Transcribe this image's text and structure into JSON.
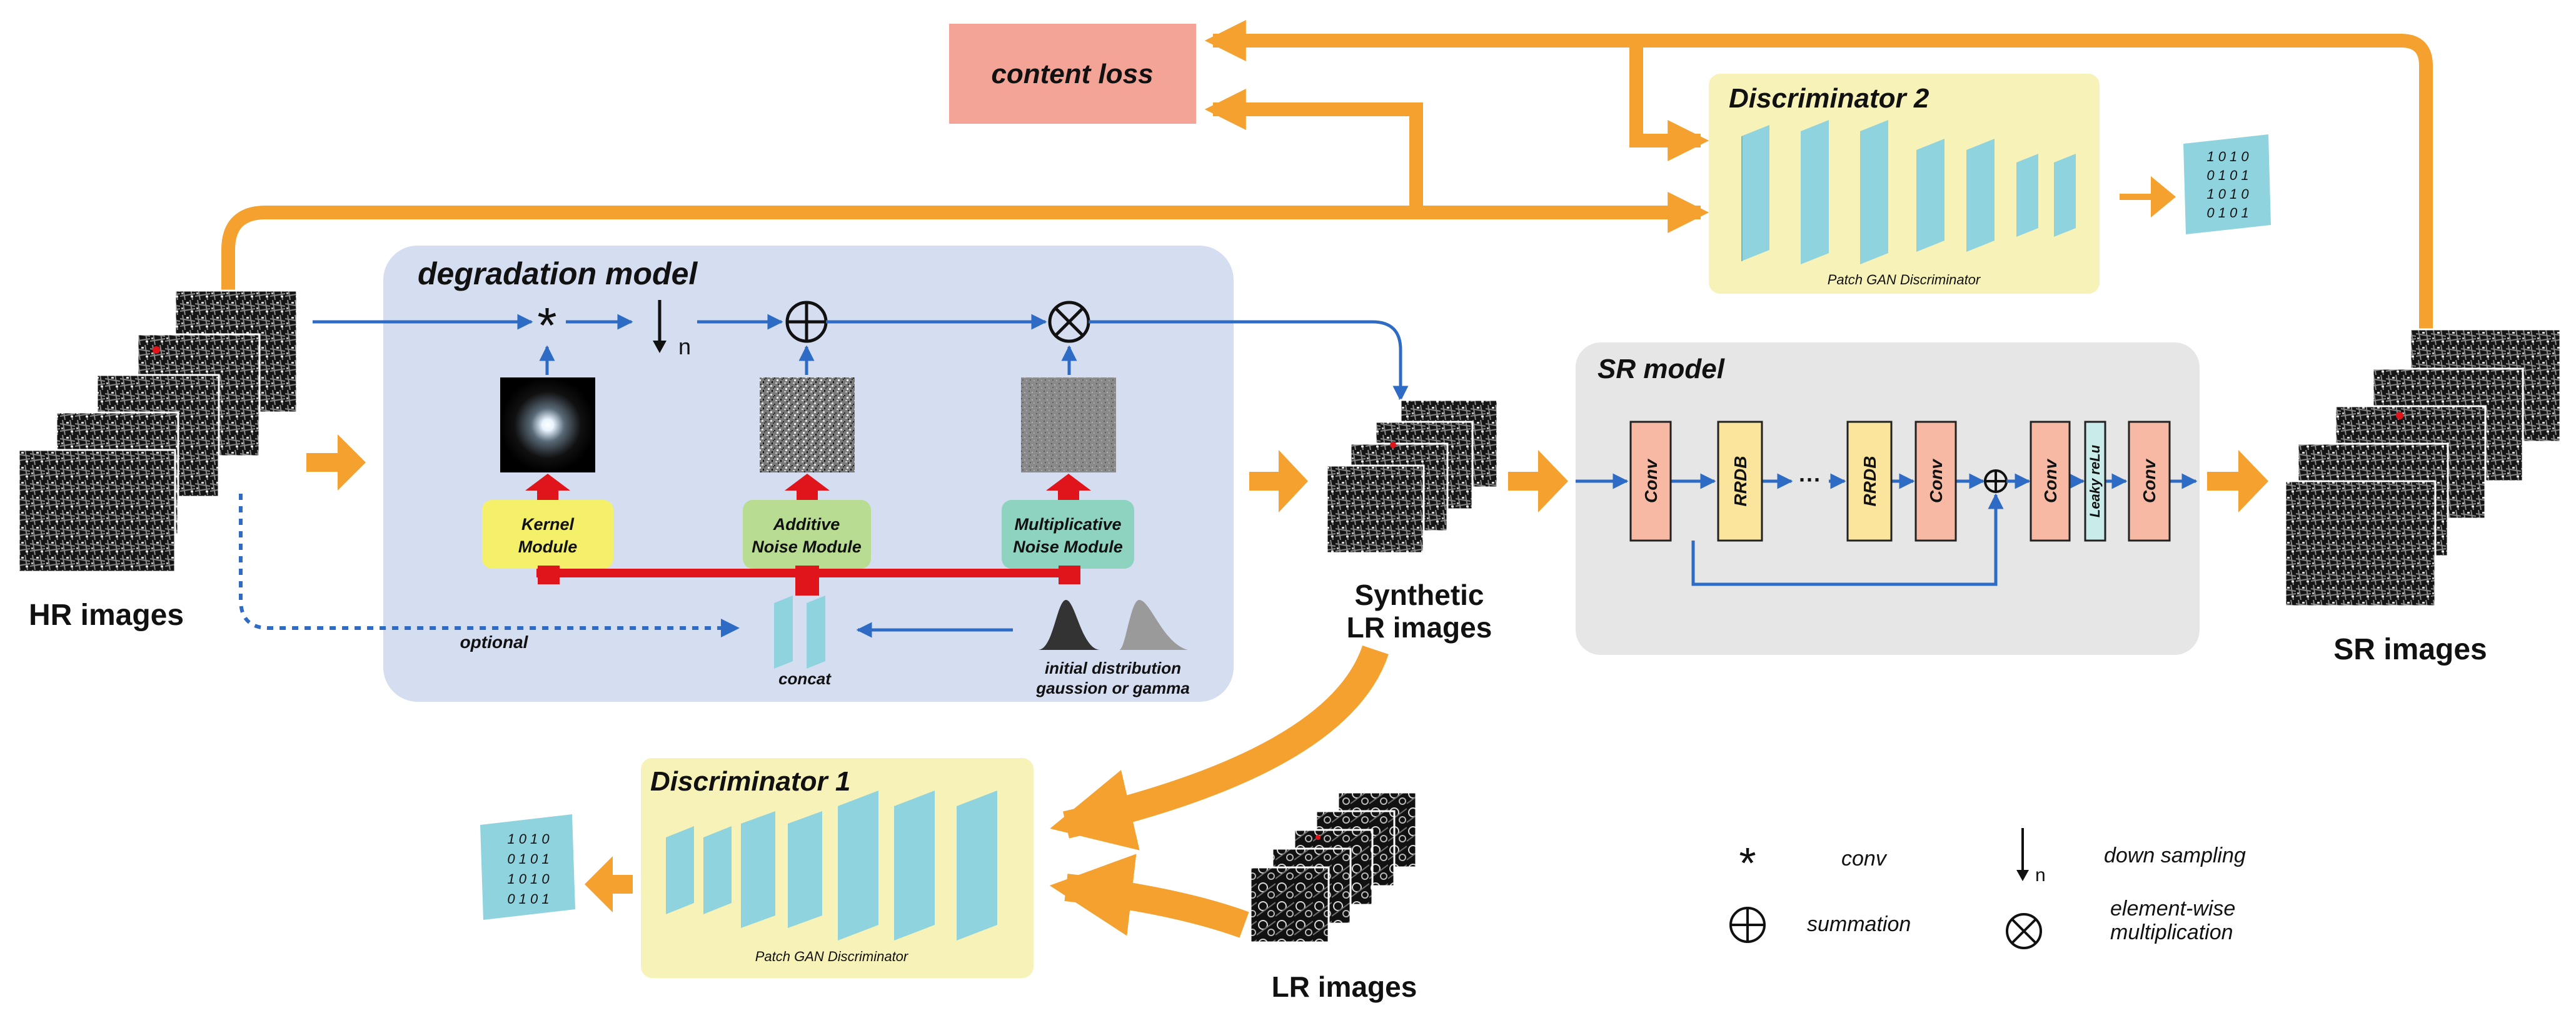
{
  "content_loss": "content loss",
  "discriminator2": {
    "title": "Discriminator 2",
    "caption": "Patch GAN Discriminator"
  },
  "discriminator1": {
    "title": "Discriminator 1",
    "caption": "Patch GAN Discriminator"
  },
  "degradation": {
    "title": "degradation model",
    "kernel_module": [
      "Kernel",
      "Module"
    ],
    "additive_module": [
      "Additive",
      "Noise Module"
    ],
    "multiplicative_module": [
      "Multiplicative",
      "Noise Module"
    ],
    "optional": "optional",
    "concat": "concat",
    "init_dist": [
      "initial distribution",
      "gaussion or gamma"
    ],
    "downsample_sub": "n"
  },
  "sr_model": {
    "title": "SR model",
    "blocks": [
      "Conv",
      "RRDB",
      "RRDB",
      "Conv",
      "Conv",
      "Leaky reLu",
      "Conv"
    ],
    "ellipsis": "···"
  },
  "labels": {
    "hr_images": "HR images",
    "synthetic_lr": [
      "Synthetic",
      "LR images"
    ],
    "sr_images": "SR images",
    "lr_images": "LR images"
  },
  "patch_grid": [
    "1 0 1 0",
    "0 1 0 1",
    "1 0 1 0",
    "0 1 0 1"
  ],
  "legend": {
    "conv": "conv",
    "down_sampling": "down sampling",
    "down_sub": "n",
    "summation": "summation",
    "elementwise": [
      "element-wise",
      "multiplication"
    ]
  },
  "colors": {
    "orange": "#f4a12f",
    "blue": "#2d6bc4",
    "red": "#e0141b",
    "degradation_bg": "#d5ddf0",
    "sr_bg": "#e6e6e6",
    "discriminator_bg": "#f7f3b8",
    "loss_bg": "#f4a497",
    "teal": "#8fd3df",
    "conv_fill": "#f7b9a4",
    "rrdb_fill": "#fbe49c"
  }
}
